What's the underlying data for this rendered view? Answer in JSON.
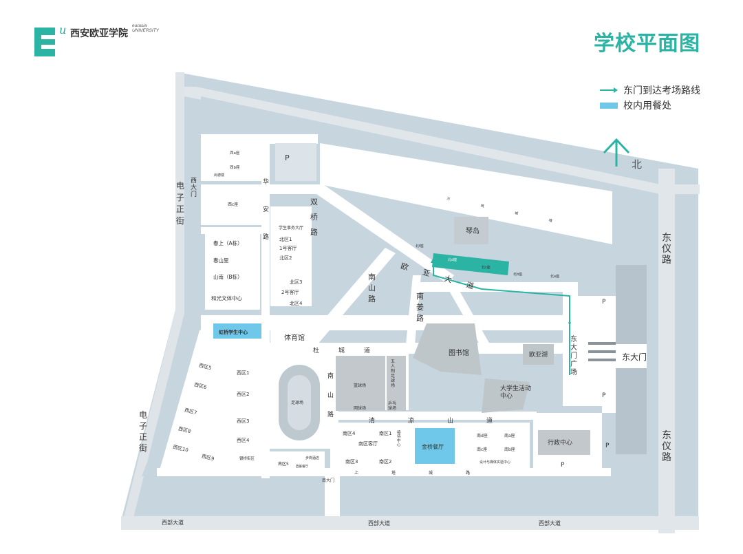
{
  "header": {
    "brand_letter": "E",
    "brand_u": "u",
    "brand_name": "西安欧亚学院",
    "brand_en_1": "eurasia",
    "brand_en_2": "UNIVERSITY",
    "title": "学校平面图"
  },
  "legend": {
    "route_label": "东门到达考场路线",
    "dining_label": "校内用餐处",
    "route_color": "#2bb3a3",
    "dining_color": "#6fc8ea"
  },
  "compass": {
    "label": "北"
  },
  "roads": {
    "west_gate": "西大门",
    "dianzi_north": "电子正街",
    "dianzi_south": "电子正街",
    "huaan_road": "华安路",
    "shuangqiao_road": "双桥路",
    "nanshan_road": "南山路",
    "nanjiang_road": "南姜路",
    "ouya_avenue": "欧亚大道",
    "ducheng_road": "杜城道",
    "nanshan_street": "南山路",
    "qingliang_road": "清凉山道",
    "shangcheng_road": "上塔城路",
    "dongyi_north": "东仪路",
    "dongyi_south": "东仪路",
    "dongmen_square": "东大门广场",
    "east_gate": "东大门",
    "south_gate": "南大门",
    "xibu_1": "西部大道",
    "xibu_2": "西部大道",
    "xibu_3": "西部大道",
    "north_small": "万 筑 城 墙"
  },
  "buildings": {
    "xi_a": "西a座",
    "xi_b": "西b座",
    "xi_small": "尚德楼",
    "xi_c": "西c座",
    "xuesheng_shiwu": "学生事务大厅",
    "beiqu1": "北区1",
    "kt1": "1号客厅",
    "beiqu2": "北区2",
    "beiqu3": "北区3",
    "kt2": "2号客厅",
    "beiqu4": "北区4",
    "chunshang": "春上（A栋）",
    "chunshanli": "春山里",
    "shannan": "山南（B栋）",
    "heguang": "和光文体中心",
    "qindao": "琴岛",
    "bei_f": "北f座",
    "bei_d": "北d座",
    "bei_c": "北c座",
    "bei_b": "北b座",
    "bei_a": "北a座",
    "hongqiao": "虹桥学生中心",
    "tiyuguan": "体育馆",
    "tushuguan": "图书馆",
    "ouyahu": "欧亚湖",
    "xiqu5": "西区5",
    "xiqu6": "西区6",
    "xiqu7": "西区7",
    "xiqu8": "西区8",
    "xiqu9": "西区9",
    "xiqu10": "西区10",
    "xiqu1": "西区1",
    "xiqu2": "西区2",
    "xiqu3": "西区3",
    "xiqu4": "西区4",
    "zuqiuchang": "足球场",
    "lanqiuchang": "篮球场",
    "wangqiuchang": "网球场",
    "wurenzhi": "五人制足球场",
    "pingpang": "乒乓球场",
    "daxuesheng": "大学生活动中心",
    "nanqu4": "南区4",
    "nanqu1": "南区1",
    "nanqu_kt": "南区客厅",
    "nanqu3": "南区3",
    "nanqu2": "南区2",
    "jiebei": "接待中心",
    "jinqiao": "金桥餐厅",
    "nan_d": "南d座",
    "nan_a": "南a座",
    "nan_c": "南c座",
    "nan_b": "南b座",
    "sheji": "设计与媒体实验中心",
    "xingzheng": "行政中心",
    "yinqiao": "银桥街区",
    "nanqu5": "南区5",
    "shaozhen": "步岗酒店",
    "small_food": "西餐餐厅",
    "parking": "P"
  }
}
